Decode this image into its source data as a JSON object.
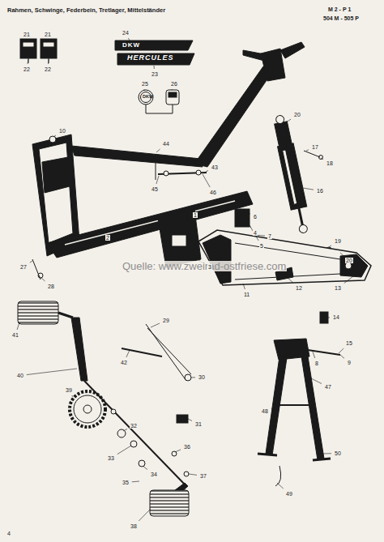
{
  "diagram": {
    "title": "Rahmen, Schwinge, Federbein, Tretlager, Mittelständer",
    "labels": [
      "M 2 - P 1",
      "504 M - 505 P",
      "4",
      "Quelle: www.zweirad-ostfriese.com",
      "21",
      "21",
      "22",
      "22",
      "24",
      "23",
      "25",
      "26",
      "DKW",
      "HERCULES",
      "DKW",
      "10",
      "44",
      "45",
      "46",
      "43",
      "4",
      "1",
      "2",
      "3",
      "5",
      "6",
      "7",
      "20",
      "17",
      "18",
      "16",
      "19",
      "20",
      "27",
      "28",
      "12",
      "11",
      "13",
      "14",
      "15",
      "8",
      "9",
      "47",
      "48",
      "42",
      "41",
      "40",
      "39",
      "29",
      "30",
      "31",
      "32",
      "33",
      "34",
      "35",
      "36",
      "37",
      "38",
      "49",
      "50"
    ]
  }
}
